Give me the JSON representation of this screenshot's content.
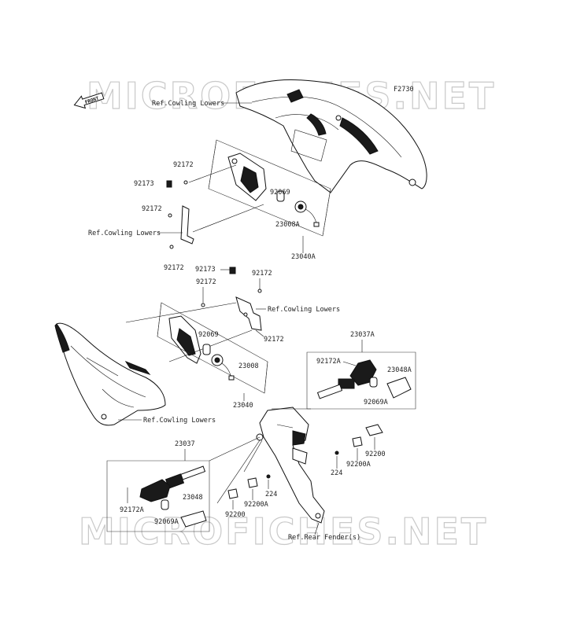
{
  "diagram": {
    "figure_code": "F2730",
    "watermark_text": "MICROFICHES.NET",
    "front_label": "FRONT",
    "refs": {
      "cowling_lowers": "Ref.Cowling Lowers",
      "rear_fender": "Ref.Rear Fender(s)"
    },
    "parts": {
      "p92172": "92172",
      "p92173": "92173",
      "p92069": "92069",
      "p23008A": "23008A",
      "p23040A": "23040A",
      "p23008": "23008",
      "p23040": "23040",
      "p23037A": "23037A",
      "p92172A": "92172A",
      "p23048A": "23048A",
      "p92069A": "92069A",
      "p92200": "92200",
      "p92200A": "92200A",
      "p224": "224",
      "p23037": "23037",
      "p23048": "23048"
    }
  }
}
